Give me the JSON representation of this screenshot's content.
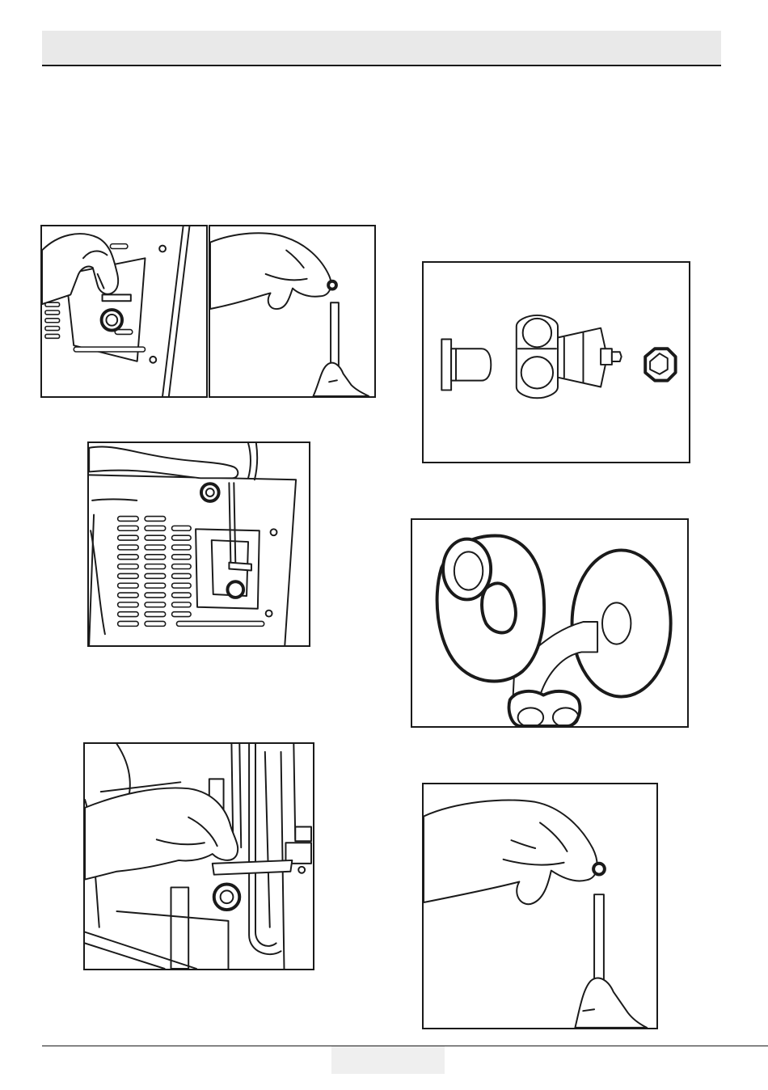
{
  "header": {
    "background": "#e9e9e9",
    "rule_color": "#1a1a1a"
  },
  "figures": [
    {
      "id": "fig-panel-screw-removal",
      "icon": "hand-removing-screw-illustration"
    },
    {
      "id": "fig-screw-and-screwdriver",
      "icon": "hand-holding-screw-illustration"
    },
    {
      "id": "fig-water-line-routing",
      "icon": "water-line-routing-illustration"
    },
    {
      "id": "fig-hose-clip-installation",
      "icon": "hose-clip-illustration"
    },
    {
      "id": "fig-valve-parts",
      "icon": "valve-connector-parts-illustration"
    },
    {
      "id": "fig-water-tap",
      "icon": "wall-water-tap-illustration"
    },
    {
      "id": "fig-screw-tightening",
      "icon": "hand-holding-screw-illustration"
    }
  ],
  "footer": {
    "page_tab_background": "#efefef"
  }
}
